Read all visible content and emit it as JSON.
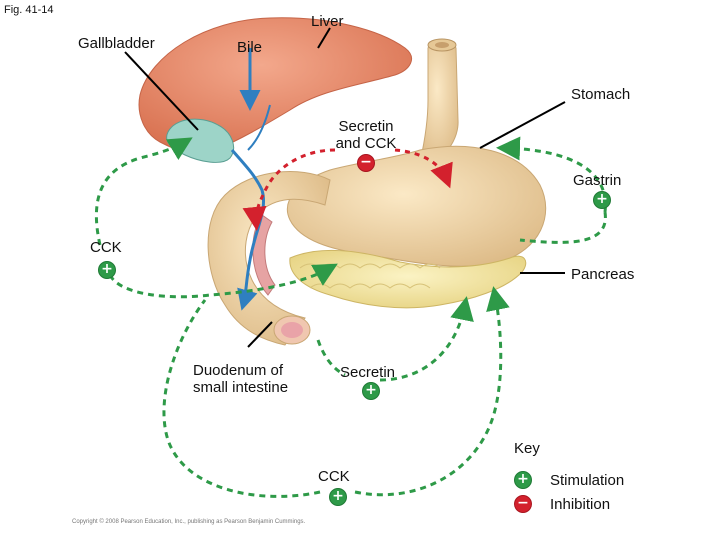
{
  "figure": {
    "fig_label": "Fig. 41-14",
    "copyright": "Copyright © 2008 Pearson Education, Inc., publishing as Pearson Benjamin Cummings."
  },
  "labels": {
    "liver": "Liver",
    "gallbladder": "Gallbladder",
    "bile": "Bile",
    "stomach": "Stomach",
    "secretin_cck_line1": "Secretin",
    "secretin_cck_line2": "and CCK",
    "gastrin": "Gastrin",
    "cck_left": "CCK",
    "pancreas": "Pancreas",
    "duodenum_line1": "Duodenum of",
    "duodenum_line2": "small intestine",
    "secretin": "Secretin",
    "cck_bottom": "CCK"
  },
  "key": {
    "title": "Key",
    "stimulation": "Stimulation",
    "inhibition": "Inhibition"
  },
  "colors": {
    "stimulation": "#2e9a48",
    "inhibition": "#d3212d",
    "liver": "#e9876a",
    "stomach": "#efd7a8",
    "pancreas": "#f3e7a2",
    "gallbladder": "#9dd4c8",
    "bile_duct": "#2f7fc0"
  },
  "icons": {
    "stimulation_badge": "plus-sign",
    "inhibition_badge": "minus-sign"
  }
}
